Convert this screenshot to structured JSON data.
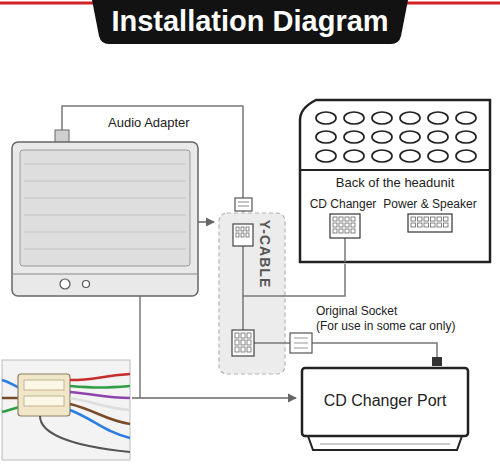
{
  "diagram": {
    "title": "Installation Diagram",
    "nodes": [
      {
        "text": [
          "Audio Adapter"
        ]
      },
      {
        "text": [
          "Y-CABLE"
        ]
      },
      {
        "text": [
          "Back of the headunit"
        ]
      },
      {
        "text": [
          "CD Changer Port"
        ]
      }
    ],
    "edges": [
      {
        "from": 0,
        "to": 1,
        "arrow": "none"
      },
      {
        "from": 1,
        "to": 2,
        "arrow": "none"
      },
      {
        "from": 1,
        "to": 3,
        "arrow": "none"
      }
    ],
    "labels": [
      "CD Changer",
      "Power & Speaker",
      "Original Socket",
      "(For use in some car only)"
    ]
  }
}
